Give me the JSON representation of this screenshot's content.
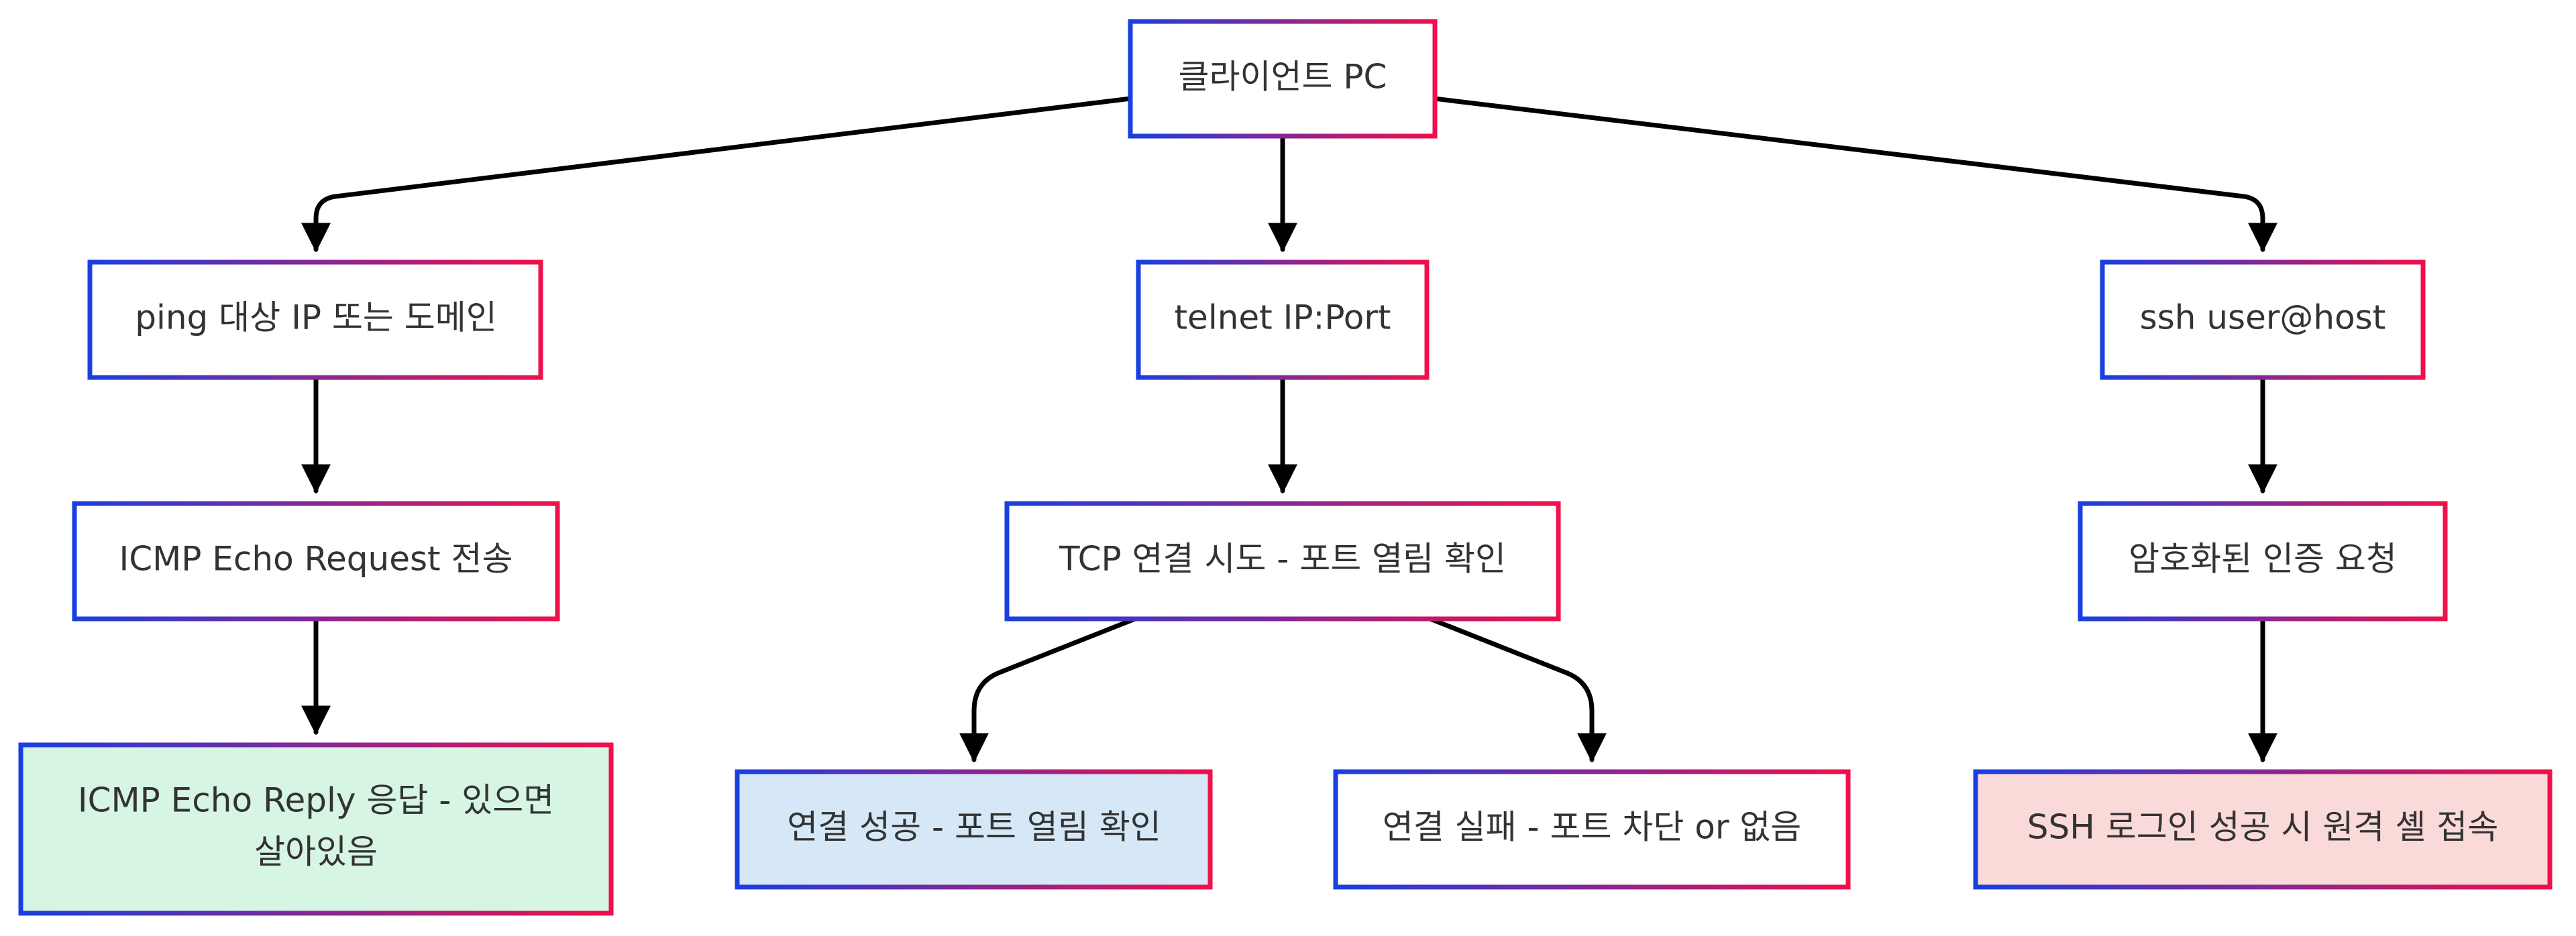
{
  "diagram": {
    "nodes": {
      "client": {
        "label": "클라이언트 PC"
      },
      "ping": {
        "label": "ping 대상 IP 또는 도메인"
      },
      "telnet": {
        "label": "telnet IP:Port"
      },
      "ssh": {
        "label": "ssh user@host"
      },
      "icmp_request": {
        "label": "ICMP Echo Request 전송"
      },
      "tcp_try": {
        "label": "TCP 연결 시도 - 포트 열림 확인"
      },
      "ssh_auth": {
        "label": "암호화된 인증 요청"
      },
      "icmp_reply": {
        "label_line1": "ICMP Echo Reply 응답 - 있으면",
        "label_line2": "살아있음"
      },
      "conn_ok": {
        "label": "연결 성공 - 포트 열림 확인"
      },
      "conn_fail": {
        "label": "연결 실패 - 포트 차단 or 없음"
      },
      "ssh_ok": {
        "label": "SSH 로그인 성공 시 원격 셸 접속"
      }
    },
    "colors": {
      "border_start": "#1a3fe0",
      "border_end": "#f0104a",
      "edge": "#000000",
      "text": "#333333",
      "default_fill": "#ffffff",
      "success_fill": "#d6f5e3",
      "ok_fill": "#d6e8f7",
      "ssh_fill": "#fad9d9"
    }
  }
}
